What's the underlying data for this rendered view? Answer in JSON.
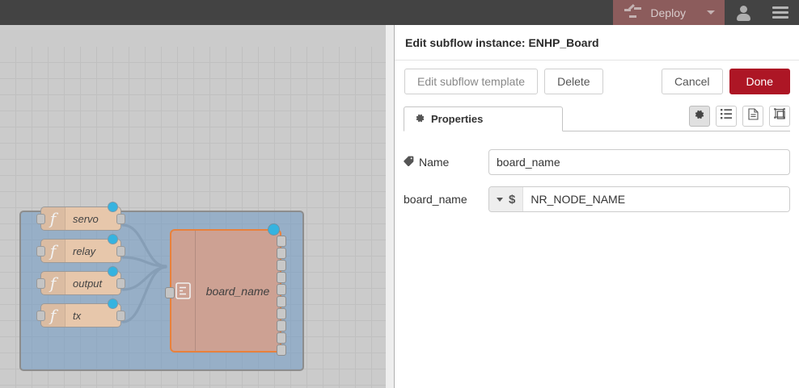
{
  "header": {
    "deploy_label": "Deploy",
    "deploy_icon": "deploy-icon",
    "deploy_caret_icon": "chevron-down-icon",
    "user_icon": "user-icon",
    "menu_icon": "hamburger-menu-icon",
    "deploy_color": "#8c5c5c",
    "bar_color": "#434343"
  },
  "canvas": {
    "grid_color": "#c0c0c0",
    "background": "#cbcbcb",
    "selection_fill": "rgba(104,150,196,0.52)",
    "selection_border": "#8d8d8d",
    "nodes": [
      {
        "label": "servo",
        "icon": "function-icon",
        "type": "function"
      },
      {
        "label": "relay",
        "icon": "function-icon",
        "type": "function"
      },
      {
        "label": "output",
        "icon": "function-icon",
        "type": "function"
      },
      {
        "label": "tx",
        "icon": "function-icon",
        "type": "function"
      }
    ],
    "subflow": {
      "label": "board_name",
      "icon": "subflow-icon",
      "outputs": 10,
      "inputs": 1,
      "selected": true,
      "fill": "#cda193",
      "border": "#e8813c"
    },
    "status_dot_color": "#35b3e0"
  },
  "dialog": {
    "title": "Edit subflow instance: ENHP_Board",
    "buttons": {
      "edit_template": "Edit subflow template",
      "delete": "Delete",
      "cancel": "Cancel",
      "done": "Done"
    },
    "done_color": "#ad1625",
    "tab": {
      "label": "Properties",
      "icon": "gear-icon"
    },
    "tab_icons": [
      {
        "name": "gear-icon",
        "active": true
      },
      {
        "name": "list-icon",
        "active": false
      },
      {
        "name": "description-icon",
        "active": false
      },
      {
        "name": "subflow-frame-icon",
        "active": false
      }
    ],
    "form": {
      "name_label": "Name",
      "name_label_icon": "tag-icon",
      "name_value": "board_name",
      "env_label": "board_name",
      "env_type_symbol": "$",
      "env_type_icon": "chevron-down-icon",
      "env_value": "NR_NODE_NAME"
    }
  }
}
